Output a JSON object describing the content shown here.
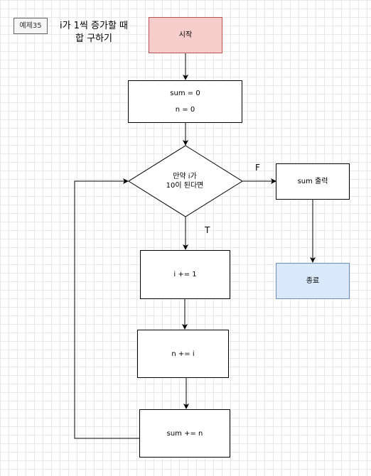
{
  "tag": "예제35",
  "title": [
    "i가 1씩 증가할 때",
    "합 구하기"
  ],
  "nodes": {
    "start": "시작",
    "init": [
      "sum = 0",
      "n = 0"
    ],
    "condition": [
      "만약 i가",
      "10이 된다면"
    ],
    "print": "sum 출력",
    "end": "종료",
    "increment_i": "i += 1",
    "add_n": "n += i",
    "add_sum": "sum += n"
  },
  "edge_labels": {
    "false": "F",
    "true": "T"
  },
  "colors": {
    "start_fill": "#f8cecc",
    "start_stroke": "#b85450",
    "end_fill": "#dae8fc",
    "end_stroke": "#6c8ebf"
  }
}
